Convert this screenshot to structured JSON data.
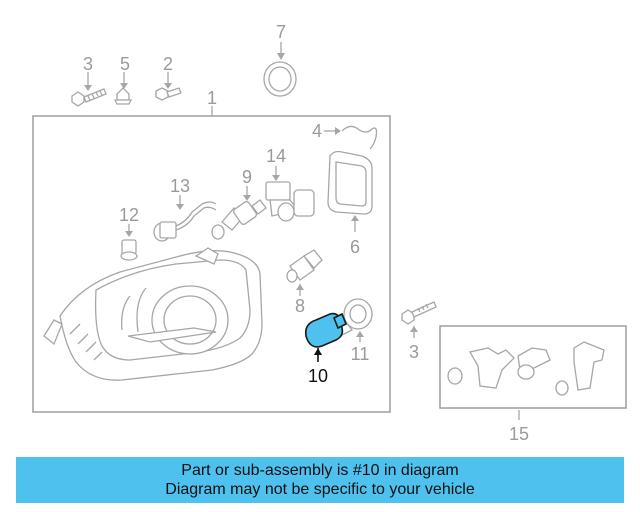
{
  "callouts": {
    "c1": "1",
    "c2": "2",
    "c3": "3",
    "c3b": "3",
    "c4": "4",
    "c5": "5",
    "c6": "6",
    "c7": "7",
    "c8": "8",
    "c9": "9",
    "c10": "10",
    "c11": "11",
    "c12": "12",
    "c13": "13",
    "c14": "14",
    "c15": "15"
  },
  "highlight": {
    "part": "10",
    "color": "#4fc1ef"
  },
  "banner": {
    "line1": "Part or sub-assembly is #10 in diagram",
    "line2": "Diagram may not be specific to your vehicle",
    "background": "#4fc1ef"
  }
}
